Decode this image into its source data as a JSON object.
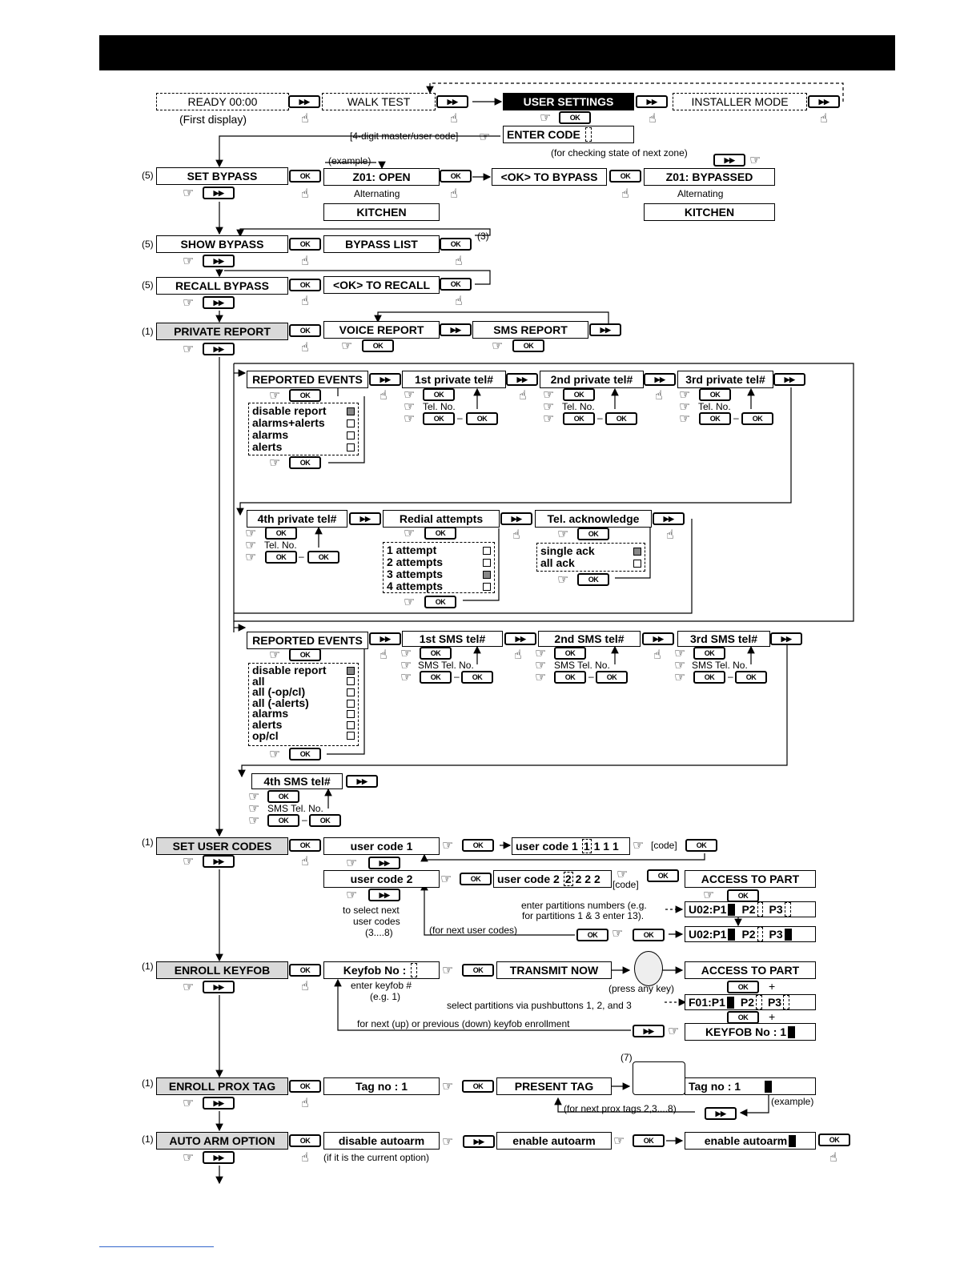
{
  "labels": {
    "ok": "OK",
    "next": "▶▶",
    "hand_point": "☞",
    "hand_press": "☝"
  },
  "menu": {
    "ready": "READY 00:00",
    "first_display": "(First display)",
    "walk_test": "WALK TEST",
    "user_settings": "USER SETTINGS",
    "installer_mode": "INSTALLER MODE",
    "enter_code": "ENTER CODE",
    "master_code_note": "[4-digit master/user code]"
  },
  "bypass": {
    "set_bypass": "SET BYPASS",
    "example": "(example)",
    "checking_note": "(for checking state of next zone)",
    "zone_open": "Z01: OPEN",
    "alternating": "Alternating",
    "kitchen": "KITCHEN",
    "ok_to_bypass": "<OK> TO BYPASS",
    "zone_bypassed": "Z01: BYPASSED",
    "show_bypass": "SHOW BYPASS",
    "bypass_list": "BYPASS LIST",
    "recall_bypass": "RECALL BYPASS",
    "ok_to_recall": "<OK> TO RECALL",
    "note5": "(5)",
    "note3": "(3)"
  },
  "private": {
    "private_report": "PRIVATE REPORT",
    "note1": "(1)",
    "voice_report": "VOICE REPORT",
    "sms_report": "SMS REPORT",
    "reported_events": "REPORTED EVENTS",
    "tel1": "1st private tel#",
    "tel2": "2nd private tel#",
    "tel3": "3rd private tel#",
    "tel4": "4th private tel#",
    "tel_no": "Tel. No.",
    "dash": "–",
    "voice_events": [
      "disable report",
      "alarms+alerts",
      "alarms",
      "alerts"
    ],
    "redial_attempts": "Redial attempts",
    "attempts": [
      "1 attempt",
      "2 attempts",
      "3 attempts",
      "4 attempts"
    ],
    "tel_acknowledge": "Tel. acknowledge",
    "ack_options": [
      "single ack",
      "all ack"
    ]
  },
  "sms": {
    "reported_events": "REPORTED EVENTS",
    "sms1": "1st SMS tel#",
    "sms2": "2nd SMS tel#",
    "sms3": "3rd SMS tel#",
    "sms4": "4th SMS tel#",
    "sms_tel_no": "SMS Tel. No.",
    "events": [
      "disable report",
      "all",
      "all (-op/cl)",
      "all (-alerts)",
      "alarms",
      "alerts",
      "op/cl"
    ]
  },
  "user_codes": {
    "set_user_codes": "SET USER CODES",
    "user_code_1": "user code 1",
    "user_code_1_value_label": "user code 1",
    "code1_first": "1",
    "code1_rest": "1 1 1",
    "code_note": "[code]",
    "user_code_2": "user code 2",
    "user_code_2_value_label": "user code 2",
    "code2_first": "2",
    "code2_rest": "2 2 2",
    "to_select_next": "to select next",
    "user_codes_word": "user codes",
    "range": "(3....8)",
    "for_next_user_codes": "(for next user codes)",
    "access_to_part": "ACCESS TO PART",
    "enter_partitions": "enter partitions numbers (e.g.",
    "for_partitions": "for partitions 1 & 3 enter 13).",
    "u02_a": "U02:P1",
    "p2": "P2",
    "p3": "P3"
  },
  "keyfob": {
    "enroll_keyfob": "ENROLL KEYFOB",
    "keyfob_no": "Keyfob No :",
    "enter_keyfob": "enter keyfob #",
    "eg1": "(e.g. 1)",
    "transmit_now": "TRANSMIT NOW",
    "press_any_key": "(press any key)",
    "access_to_part": "ACCESS TO PART",
    "plus": "+",
    "select_partitions": "select partitions via pushbuttons 1, 2, and 3",
    "f01": "F01:P1",
    "p2": "P2",
    "p3": "P3",
    "next_prev": "for next (up) or previous (down)  keyfob enrollment",
    "keyfob_no_1": "KEYFOB No : 1"
  },
  "prox": {
    "enroll_prox_tag": "ENROLL PROX TAG",
    "tag_no": "Tag no   : 1",
    "present_tag": "PRESENT TAG",
    "note7": "(7)",
    "tag_no_1": "Tag no   :   1",
    "for_next_prox": "(for next prox tags 2,3....8)",
    "example": "(example)"
  },
  "autoarm": {
    "auto_arm_option": "AUTO ARM OPTION",
    "disable_autoarm": "disable autoarm",
    "current_option": "(if it is the current option)",
    "enable_autoarm": "enable autoarm",
    "enable_autoarm_sel": "enable autoarm"
  }
}
